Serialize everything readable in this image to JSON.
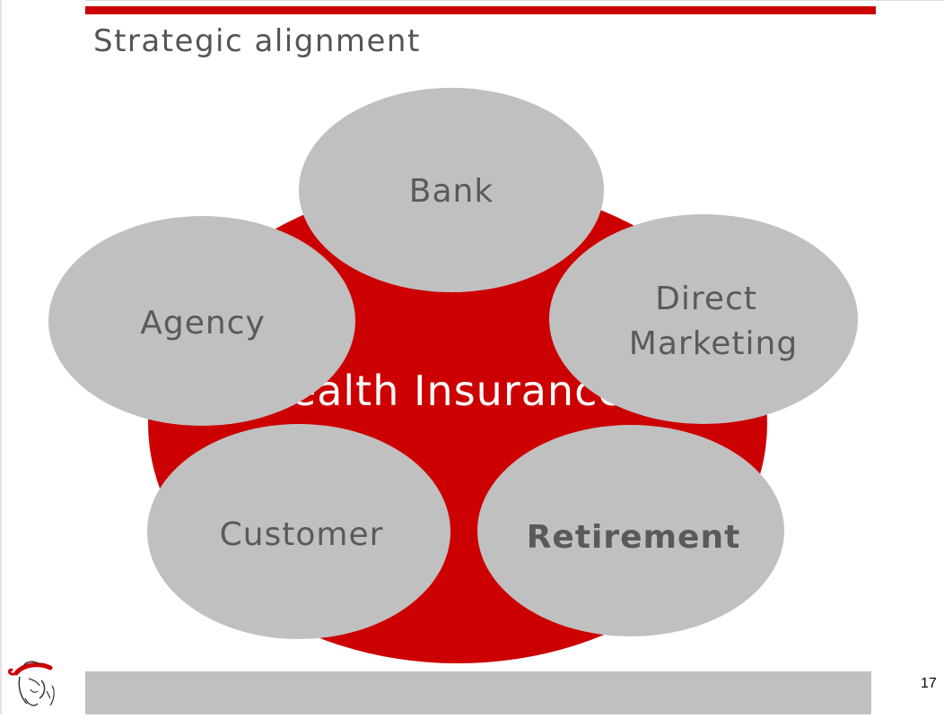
{
  "slide": {
    "title": "Strategic alignment",
    "page_number": "17",
    "accent_color": "#cc0000",
    "node_color": "#c0c0c0"
  },
  "diagram": {
    "center": {
      "label": "Health Insurance"
    },
    "nodes": [
      {
        "id": "bank",
        "lines": [
          "Bank"
        ]
      },
      {
        "id": "direct-marketing",
        "lines": [
          "Direct",
          "Marketing"
        ]
      },
      {
        "id": "retirement",
        "lines": [
          "Retirement"
        ]
      },
      {
        "id": "customer",
        "lines": [
          "Customer"
        ]
      },
      {
        "id": "agency",
        "lines": [
          "Agency"
        ]
      }
    ]
  },
  "logo": {
    "icon": "company-logo-icon"
  }
}
